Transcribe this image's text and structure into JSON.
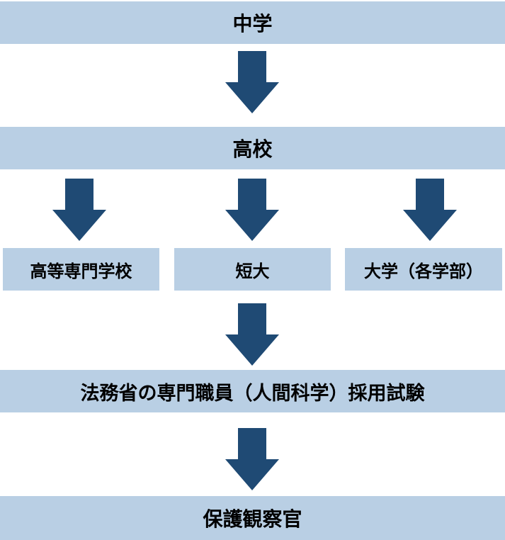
{
  "flow": {
    "junior_high": "中学",
    "high_school": "高校",
    "branches": {
      "technical_college": "高等専門学校",
      "junior_college": "短大",
      "university": "大学（各学部）"
    },
    "exam": "法務省の専門職員（人間科学）採用試験",
    "probation_officer": "保護観察官"
  },
  "colors": {
    "box_fill": "#b9cfe4",
    "arrow_fill": "#1f4a74",
    "text": "#000000"
  }
}
